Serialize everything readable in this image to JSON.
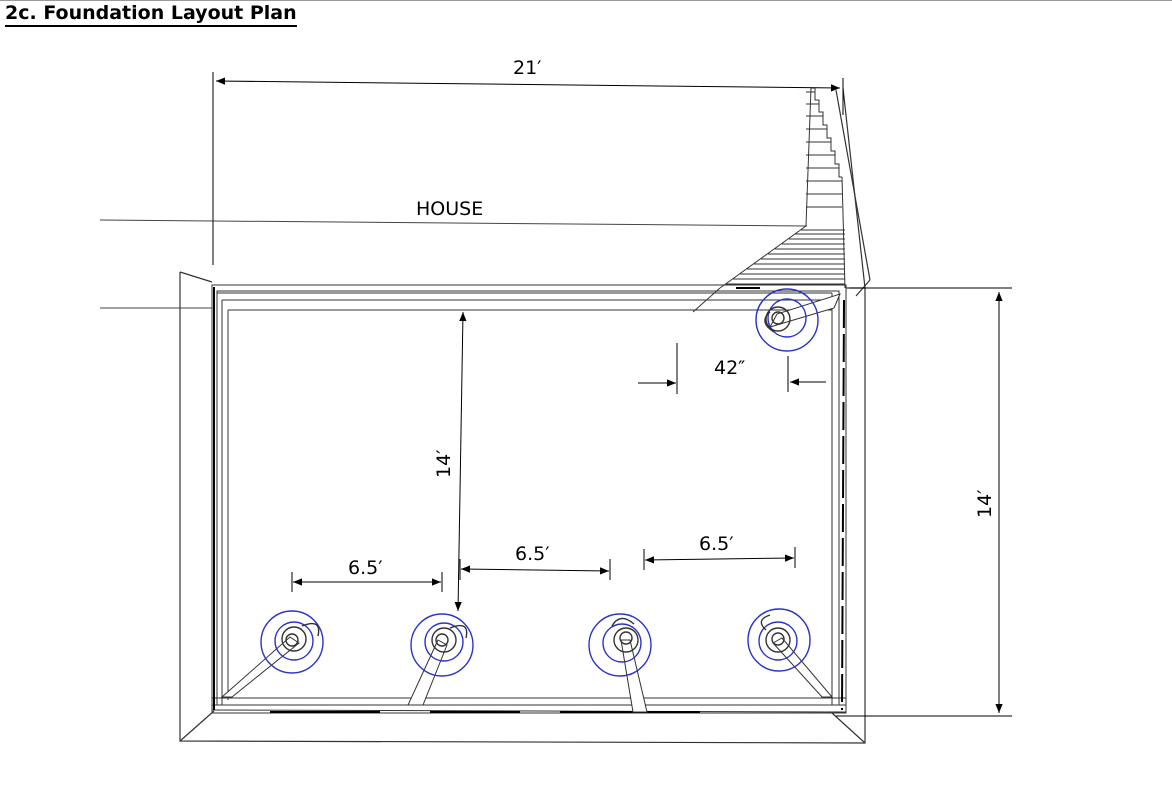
{
  "title": "2c. Foundation Layout Plan",
  "labels": {
    "house": "HOUSE",
    "overall_width": "21′",
    "interior_depth": "14′",
    "right_depth": "14′",
    "corner_offset": "42″",
    "spacing_1": "6.5′",
    "spacing_2": "6.5′",
    "spacing_3": "6.5′"
  },
  "colors": {
    "footing": "#2a33c8",
    "line": "#222222"
  }
}
